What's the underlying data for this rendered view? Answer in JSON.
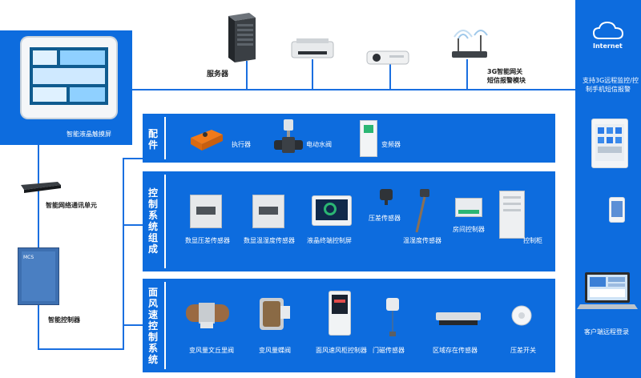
{
  "top": {
    "touch_screen_label": "智能液晶触摸屏",
    "server_label": "服务器",
    "gateway_label_line1": "3G智能网关",
    "gateway_label_line2": "短信报警模块"
  },
  "right": {
    "internet_label": "Internet",
    "remote_support_line1": "支持3G远程监控/控",
    "remote_support_line2": "制手机短信报警",
    "client_label": "客户端远程登录"
  },
  "left": {
    "comm_unit_label": "智能网络通讯单元",
    "controller_label": "智能控制器",
    "controller_brand": "MCS"
  },
  "sections": {
    "accessories": {
      "title_chars": [
        "配",
        "件"
      ],
      "items": [
        "执行器",
        "电动水阀",
        "变频器"
      ]
    },
    "control": {
      "title_chars": [
        "控",
        "制",
        "系",
        "统",
        "组",
        "成"
      ],
      "items": [
        "数显压差传感器",
        "数显温湿度传感器",
        "液晶终端控制屏",
        "压差传感器",
        "温湿度传感器",
        "房间控制器",
        "控制柜"
      ]
    },
    "airspeed": {
      "title_chars": [
        "面",
        "风",
        "速",
        "控",
        "制",
        "系",
        "统"
      ],
      "items": [
        "变风量文丘里阀",
        "变风量蝶阀",
        "面风速风柜控制器",
        "门磁传感器",
        "区域存在传感器",
        "压差开关"
      ]
    }
  },
  "colors": {
    "brand_blue": "#0d6cde",
    "wire_blue": "#1a6fe0",
    "text_dark": "#1d1d1d"
  }
}
